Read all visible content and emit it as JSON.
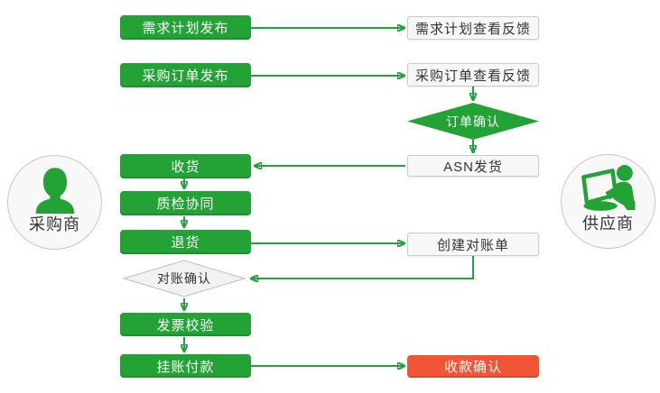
{
  "diagram": {
    "actors": {
      "buyer": {
        "label": "采购商",
        "icon": "person-icon"
      },
      "supplier": {
        "label": "供应商",
        "icon": "person-at-computer-icon"
      }
    },
    "buyer_nodes": [
      {
        "label": "需求计划发布",
        "type": "process"
      },
      {
        "label": "采购订单发布",
        "type": "process"
      },
      {
        "label": "收货",
        "type": "process"
      },
      {
        "label": "质检协同",
        "type": "process"
      },
      {
        "label": "退货",
        "type": "process"
      },
      {
        "label": "对账确认",
        "type": "decision"
      },
      {
        "label": "发票校验",
        "type": "process"
      },
      {
        "label": "挂账付款",
        "type": "process"
      }
    ],
    "supplier_nodes": [
      {
        "label": "需求计划查看反馈",
        "type": "feedback"
      },
      {
        "label": "采购订单查看反馈",
        "type": "feedback"
      },
      {
        "label": "订单确认",
        "type": "decision"
      },
      {
        "label": "ASN发货",
        "type": "feedback"
      },
      {
        "label": "创建对账单",
        "type": "feedback"
      },
      {
        "label": "收款确认",
        "type": "highlight"
      }
    ],
    "colors": {
      "green": "#23a335",
      "red": "#f15536",
      "neutral_bg": "#f7f7f7",
      "neutral_border": "#c9c9c9",
      "arrow": "#23a33b",
      "text_dark": "#333333"
    }
  }
}
